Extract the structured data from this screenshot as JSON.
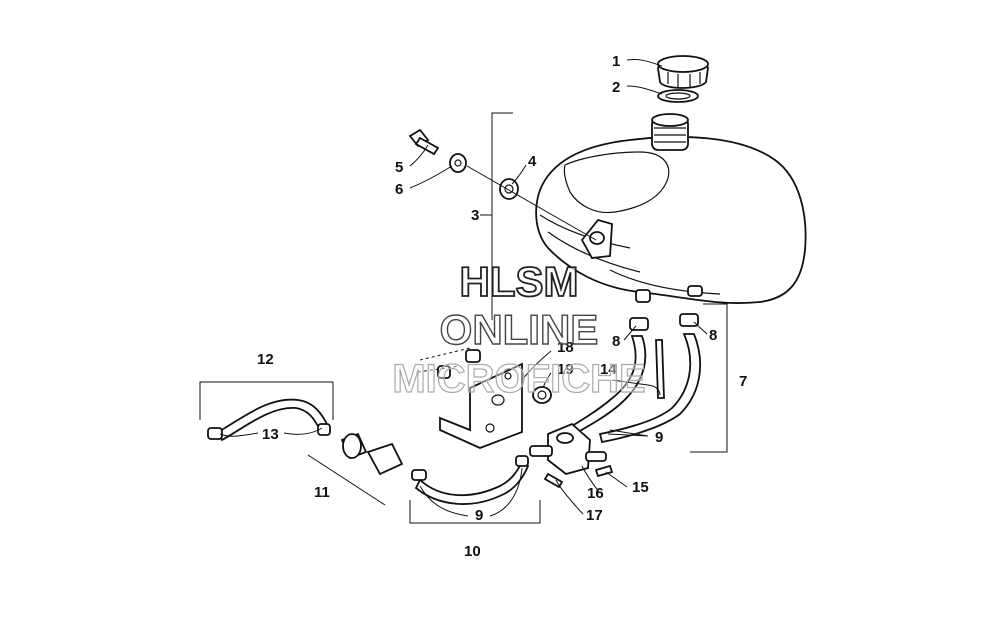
{
  "watermark": {
    "line1": "HLSM",
    "line2": "ONLINE",
    "line3": "MICROFICHE"
  },
  "callouts": {
    "c1": "1",
    "c2": "2",
    "c3": "3",
    "c4": "4",
    "c5": "5",
    "c6": "6",
    "c7": "7",
    "c8a": "8",
    "c8b": "8",
    "c9a": "9",
    "c9b": "9",
    "c10": "10",
    "c11": "11",
    "c12": "12",
    "c13": "13",
    "c14": "14",
    "c15": "15",
    "c16": "16",
    "c17": "17",
    "c18": "18",
    "c19": "19"
  }
}
